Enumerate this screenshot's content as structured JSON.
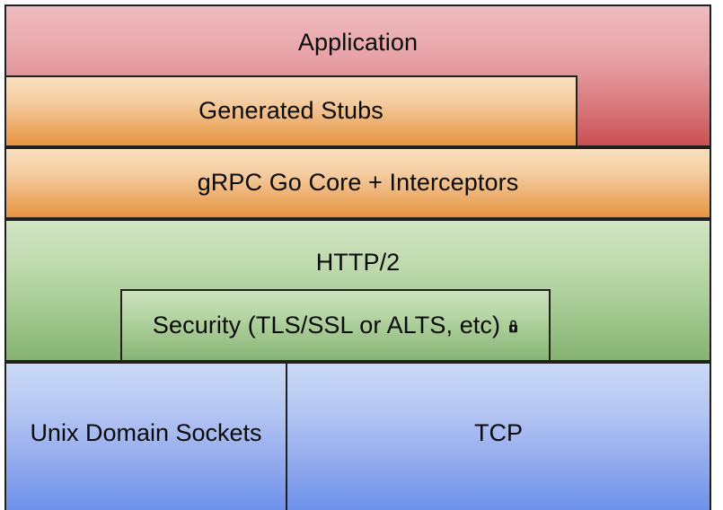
{
  "diagram": {
    "title": "gRPC Go stack",
    "type": "layered-stack",
    "layers": [
      {
        "id": "application",
        "label": "Application",
        "color_top": "#efbcc0",
        "color_bottom": "#cb4f54"
      },
      {
        "id": "generated-stubs",
        "label": "Generated Stubs",
        "color_top": "#f9e0c0",
        "color_bottom": "#e79440"
      },
      {
        "id": "grpc-core",
        "label": "gRPC Go Core + Interceptors",
        "color_top": "#f9e0c0",
        "color_bottom": "#e79440"
      },
      {
        "id": "http2",
        "label": "HTTP/2",
        "color_top": "#d2e5c4",
        "color_bottom": "#84b373"
      },
      {
        "id": "security",
        "label": "Security (TLS/SSL or ALTS, etc)",
        "icon": "lock-icon",
        "color_top": "#cde2bf",
        "color_bottom": "#86b475"
      },
      {
        "id": "unix-domain-sockets",
        "label": "Unix Domain Sockets",
        "color_top": "#ccdaf7",
        "color_bottom": "#6e91ea"
      },
      {
        "id": "tcp",
        "label": "TCP",
        "color_top": "#ccdaf7",
        "color_bottom": "#6e91ea"
      }
    ],
    "border_color": "#231f20",
    "text_color": "#0a0a0a",
    "background": "#ffffff"
  }
}
